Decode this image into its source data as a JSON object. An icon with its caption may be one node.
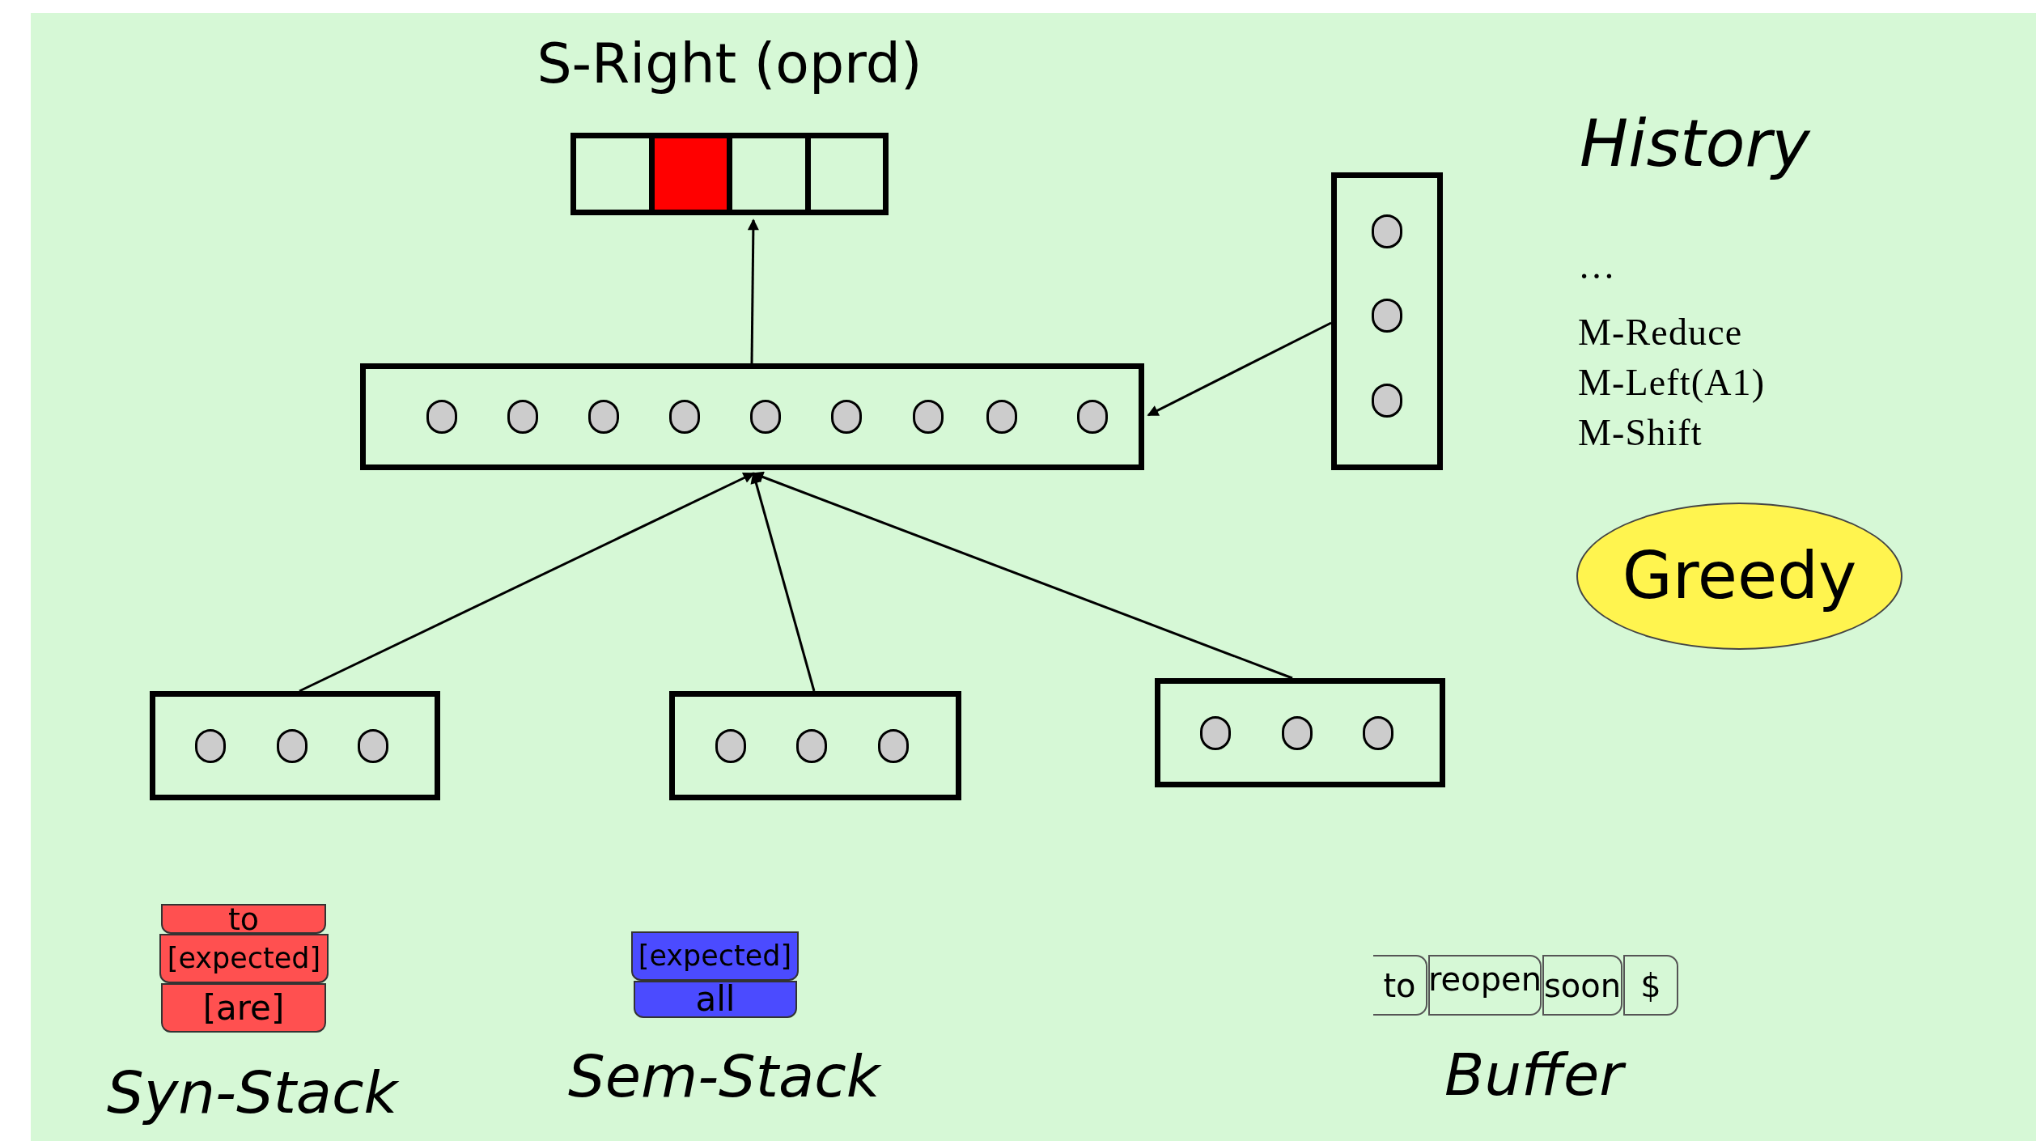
{
  "diagram": {
    "nodes": [
      {
        "text": [
          "S-Right (oprd)"
        ]
      },
      {
        "text": [],
        "shape": "box"
      },
      {
        "text": [],
        "shape": "box"
      },
      {
        "text": [],
        "shape": "box"
      },
      {
        "text": [],
        "shape": "box"
      },
      {
        "text": [],
        "shape": "box"
      },
      {
        "text": [
          "Greedy"
        ]
      },
      {
        "text": [
          "to"
        ]
      },
      {
        "text": [
          "[expected]"
        ]
      },
      {
        "text": [
          "[are]"
        ]
      },
      {
        "text": [
          "[expected]"
        ]
      },
      {
        "text": [
          "all"
        ]
      },
      {
        "text": [
          "to"
        ]
      },
      {
        "text": [
          "reopen"
        ]
      },
      {
        "text": [
          "soon"
        ]
      },
      {
        "text": [
          "$"
        ]
      }
    ],
    "edges": [
      {
        "from": 1,
        "to": 0,
        "arrow": "to"
      },
      {
        "from": 2,
        "to": 1,
        "arrow": "to"
      },
      {
        "from": 3,
        "to": 1,
        "arrow": "to"
      },
      {
        "from": 4,
        "to": 1,
        "arrow": "to"
      },
      {
        "from": 5,
        "to": 1,
        "arrow": "to"
      }
    ],
    "labels": [
      "History",
      "…",
      "M-Reduce",
      "M-Left(A1)",
      "M-Shift",
      "Syn-Stack",
      "Sem-Stack",
      "Buffer"
    ]
  }
}
